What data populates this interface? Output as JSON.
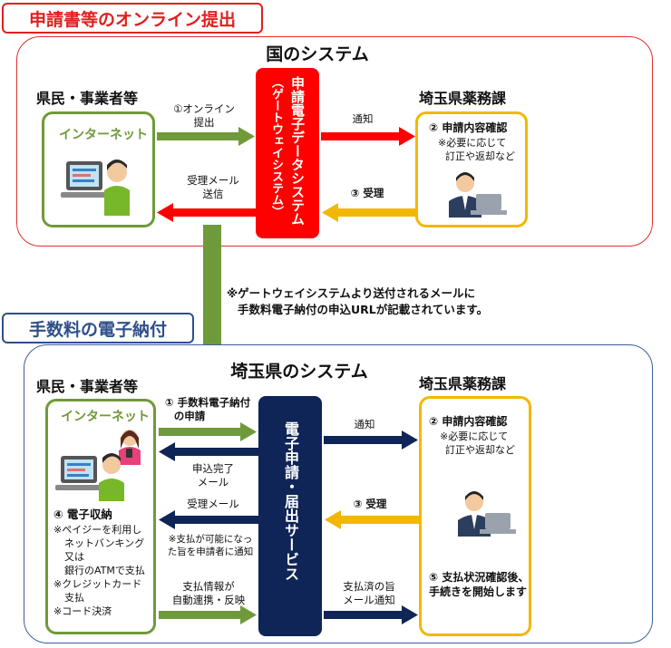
{
  "top": {
    "tag": "申請書等のオンライン提出",
    "system_title": "国のシステム",
    "applicant_title": "県民・事業者等",
    "internet_label": "インターネット",
    "office_title": "埼玉県薬務課",
    "center_line1": "申請電子データシステム",
    "center_line2": "（ゲートウェイシステム）",
    "arrow_submit": [
      "①オンライン",
      "提出"
    ],
    "arrow_notify": "通知",
    "arrow_accept": "③ 受理",
    "arrow_mail": [
      "受理メール",
      "送信"
    ],
    "office_step": "② 申請内容確認",
    "office_note": [
      "※必要に応じて",
      "訂正や返却など"
    ]
  },
  "middle_note": [
    "※ゲートウェイシステムより送付されるメールに",
    "手数料電子納付の申込URLが記載されています。"
  ],
  "bottom": {
    "tag": "手数料の電子納付",
    "system_title": "埼玉県のシステム",
    "applicant_title": "県民・事業者等",
    "internet_label": "インターネット",
    "office_title": "埼玉県薬務課",
    "center_text": "電子申請・届出サービス",
    "arrow_fee": [
      "① 手数料電子納付",
      "の申請"
    ],
    "arrow_complete": [
      "申込完了",
      "メール"
    ],
    "arrow_receipt_mail": "受理メール",
    "receipt_note": [
      "※支払が可能になっ",
      "た旨を申請者に通知"
    ],
    "arrow_pay_info": [
      "支払情報が",
      "自動連携・反映"
    ],
    "arrow_notify": "通知",
    "arrow_accept": "③ 受理",
    "arrow_paid": [
      "支払済の旨",
      "メール通知"
    ],
    "office_step": "② 申請内容確認",
    "office_note": [
      "※必要に応じて",
      "訂正や返却など"
    ],
    "office_step5": [
      "⑤ 支払状況確認後、",
      "手続きを開始します"
    ],
    "payment_title": "④ 電子収納",
    "payment_lines": [
      "※ペイジーを利用し",
      "ネットバンキング",
      "又は",
      "銀行のATMで支払",
      "※クレジットカード",
      "支払",
      "※コード決済"
    ]
  }
}
